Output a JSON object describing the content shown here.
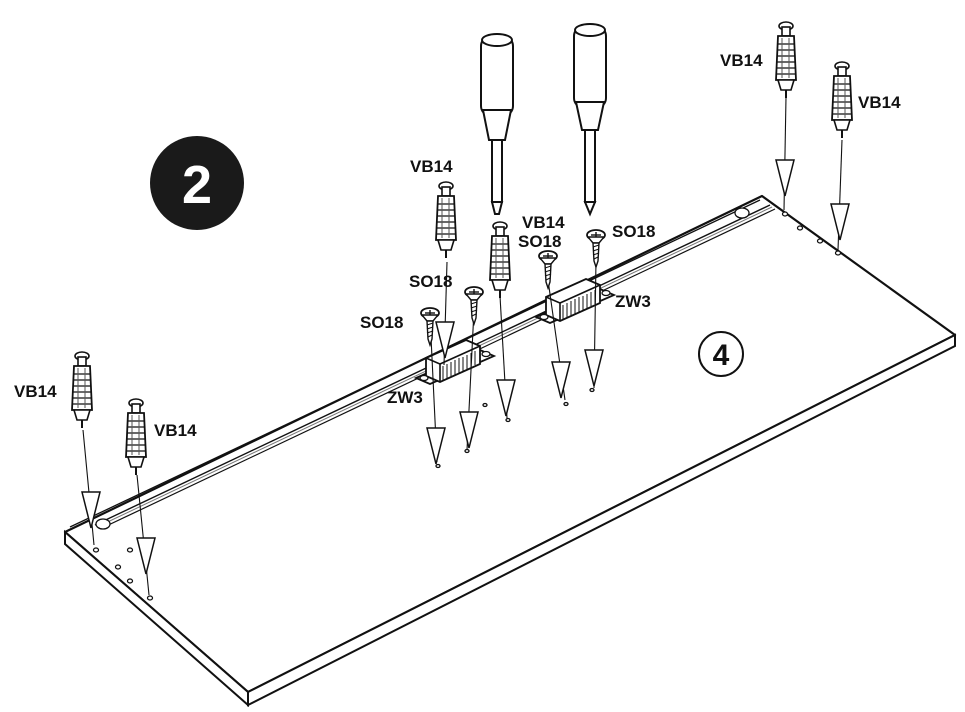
{
  "diagram": {
    "step_number": "2",
    "part_number": "4",
    "labels": {
      "vb14": "VB14",
      "so18": "SO18",
      "zw3": "ZW3"
    },
    "colors": {
      "line": "#111111",
      "step_badge": "#1a1a1a",
      "background": "#ffffff"
    },
    "icons": [
      "screwdriver-icon",
      "cam-dowel-icon",
      "screw-icon",
      "hinge-bracket-icon"
    ]
  }
}
